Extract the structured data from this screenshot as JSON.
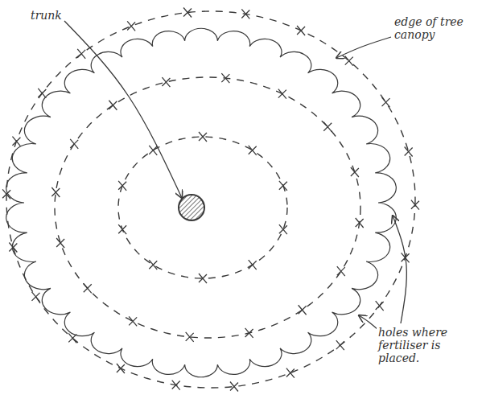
{
  "diagram": {
    "labels": [
      "trunk",
      "edge of tree canopy",
      "holes where fertiliser is placed."
    ]
  }
}
